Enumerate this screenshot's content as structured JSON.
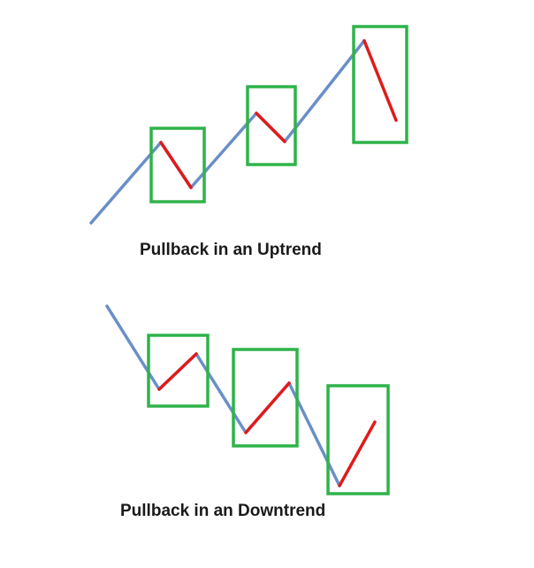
{
  "colors": {
    "trend_line": "#6a8fc7",
    "pullback_line": "#e01a1a",
    "box_border": "#2fb34a",
    "caption_text": "#1a1a1a"
  },
  "diagrams": [
    {
      "id": "uptrend",
      "caption": "Pullback in an Uptrend",
      "pullback_count": 3
    },
    {
      "id": "downtrend",
      "caption": "Pullback in an Downtrend",
      "pullback_count": 3
    }
  ]
}
